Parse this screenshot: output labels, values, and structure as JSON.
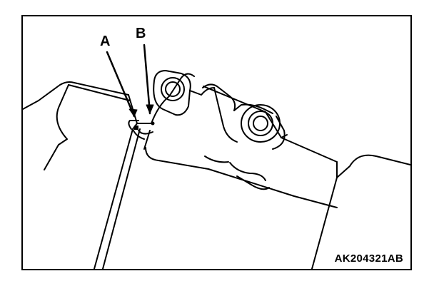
{
  "callouts": {
    "a": "A",
    "b": "B"
  },
  "figure_id": "AK204321AB",
  "colors": {
    "ink": "#000000",
    "paper": "#ffffff"
  }
}
